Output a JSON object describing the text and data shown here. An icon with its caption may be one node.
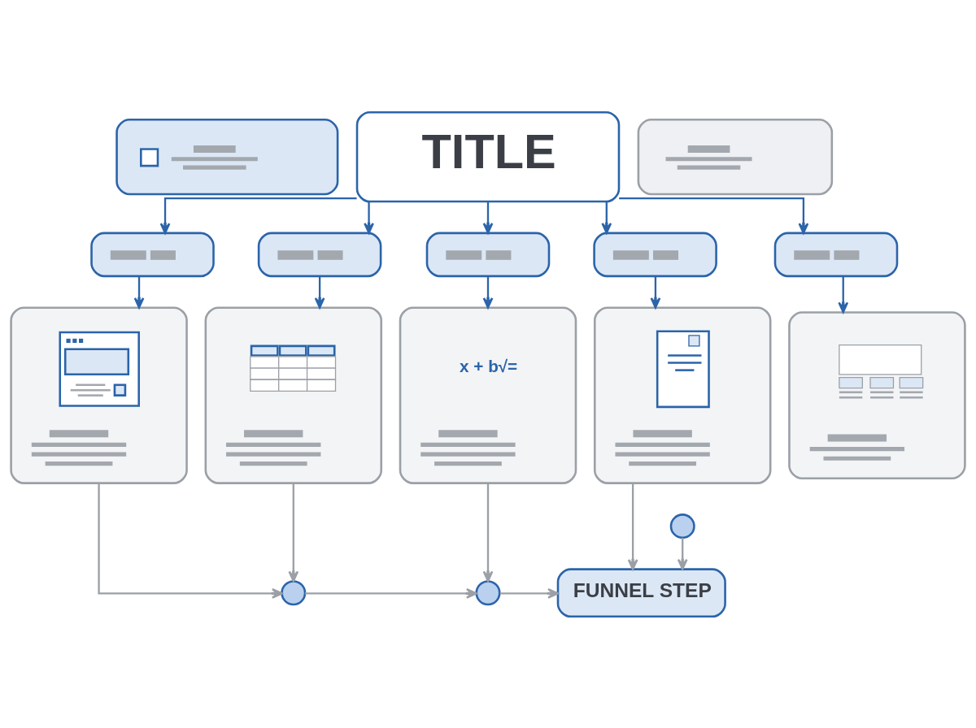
{
  "diagram": {
    "nodes": [
      {
        "text": [],
        "shape": "box"
      },
      {
        "text": [
          "TITLE"
        ]
      },
      {
        "text": [],
        "shape": "box"
      },
      {
        "text": [],
        "shape": "box"
      },
      {
        "text": [],
        "shape": "box"
      },
      {
        "text": [],
        "shape": "box"
      },
      {
        "text": [],
        "shape": "box"
      },
      {
        "text": [],
        "shape": "box"
      },
      {
        "text": [],
        "shape": "box"
      },
      {
        "text": [],
        "shape": "box"
      },
      {
        "text": [
          "x + b√="
        ]
      },
      {
        "text": [],
        "shape": "box"
      },
      {
        "text": [],
        "shape": "box"
      },
      {
        "text": [],
        "shape": "circle"
      },
      {
        "text": [],
        "shape": "circle"
      },
      {
        "text": [],
        "shape": "circle"
      },
      {
        "text": [
          "FUNNEL STEP"
        ]
      }
    ],
    "edges": [
      {
        "from": 1,
        "to": 3,
        "arrow": "to"
      },
      {
        "from": 1,
        "to": 4,
        "arrow": "to"
      },
      {
        "from": 1,
        "to": 5,
        "arrow": "to"
      },
      {
        "from": 1,
        "to": 6,
        "arrow": "to"
      },
      {
        "from": 1,
        "to": 7,
        "arrow": "to"
      },
      {
        "from": 3,
        "to": 8,
        "arrow": "to"
      },
      {
        "from": 4,
        "to": 9,
        "arrow": "to"
      },
      {
        "from": 5,
        "to": 10,
        "arrow": "to"
      },
      {
        "from": 6,
        "to": 11,
        "arrow": "to"
      },
      {
        "from": 7,
        "to": 12,
        "arrow": "to"
      },
      {
        "from": 8,
        "to": 14,
        "arrow": "to",
        "color": "#9ba0a6"
      },
      {
        "from": 9,
        "to": 14,
        "arrow": "to",
        "color": "#9ba0a6"
      },
      {
        "from": 14,
        "to": 15,
        "arrow": "to",
        "color": "#9ba0a6"
      },
      {
        "from": 10,
        "to": 15,
        "arrow": "to",
        "color": "#9ba0a6"
      },
      {
        "from": 15,
        "to": 16,
        "arrow": "to",
        "color": "#9ba0a6"
      },
      {
        "from": 11,
        "to": 16,
        "arrow": "to",
        "color": "#9ba0a6"
      },
      {
        "from": 13,
        "to": 16,
        "arrow": "to",
        "color": "#9ba0a6"
      }
    ]
  }
}
